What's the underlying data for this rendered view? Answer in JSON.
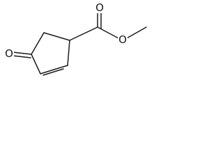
{
  "molecule": {
    "atoms": {
      "ketone_oxygen": {
        "symbol": "O"
      },
      "carbonyl_oxygen": {
        "symbol": "O"
      },
      "ester_oxygen": {
        "symbol": "O"
      }
    }
  },
  "colors": {
    "ink": "#1b1b1b",
    "background": "#ffffff"
  }
}
